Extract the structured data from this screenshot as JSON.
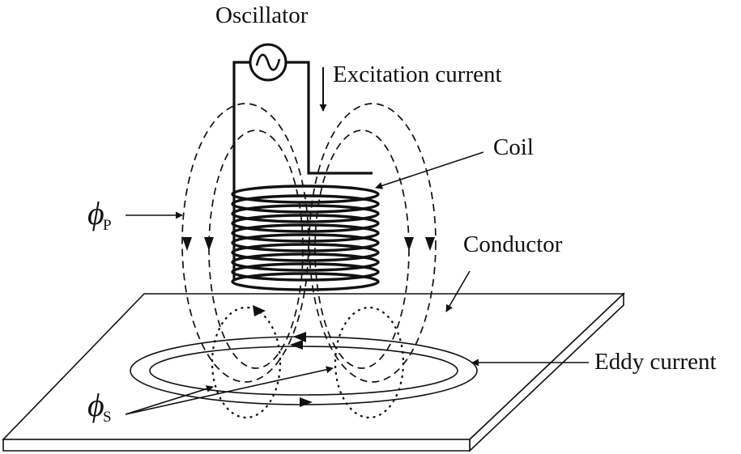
{
  "labels": {
    "oscillator": "Oscillator",
    "excitation_current": "Excitation current",
    "coil": "Coil",
    "conductor": "Conductor",
    "eddy_current": "Eddy current",
    "phi_p_symbol": "ϕ",
    "phi_p_subscript": "P",
    "phi_s_symbol": "ϕ",
    "phi_s_subscript": "S"
  },
  "colors": {
    "ink": "#111111",
    "background": "#ffffff"
  },
  "icons": {
    "oscillator": "sine-wave-source-icon"
  }
}
